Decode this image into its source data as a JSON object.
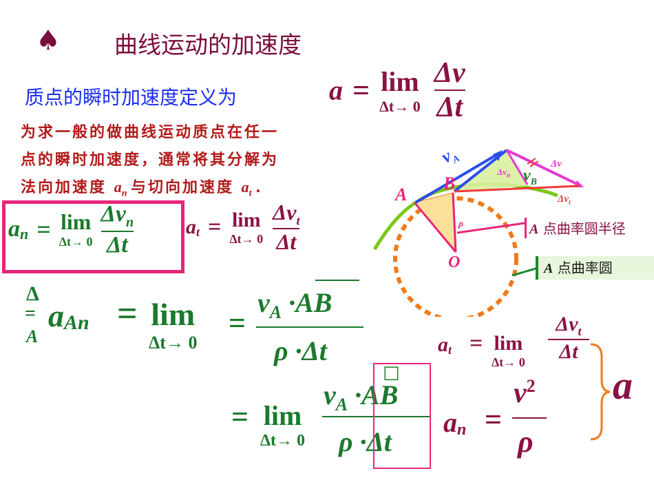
{
  "title": {
    "symbol": "♠",
    "text": "曲线运动的加速度"
  },
  "definition": "质点的瞬时加速度定义为",
  "paragraph": {
    "line1": "为求一般的做曲线运动质点在任一",
    "line2": "点的瞬时加速度，通常将其分解为",
    "line3a": "法向加速度",
    "line3b": "与切向加速度",
    "line3c": "."
  },
  "symbols": {
    "a": "a",
    "an": "a",
    "n": "n",
    "at": "a",
    "t": "t",
    "eq": "=",
    "lim": "lim",
    "dt0": "Δt→ 0",
    "dv": "Δv",
    "dt": "Δt",
    "dvn": "Δv",
    "dvt": "Δv",
    "aAn": "a",
    "An": "An",
    "vA": "v",
    "A": "A",
    "dotAB": "·AB",
    "rho": "ρ",
    "dotdt": "·Δt",
    "v2": "v",
    "sq": "2",
    "bigA": "a",
    "glitch1": "Δ",
    "glitch2": "=",
    "glitch3": "A",
    "tiny": "□"
  },
  "diagram": {
    "vA": "v",
    "vA_sub": "A",
    "vB": "v",
    "vB_sub": "B",
    "dvn": "Δv",
    "dvn_sub": "n",
    "dv": "Δv",
    "dvt": "Δv",
    "dvt_sub": "t",
    "pointA": "A",
    "pointB": "B",
    "pointO": "O",
    "rho": "ρ"
  },
  "labels": {
    "radius": {
      "A": "A",
      "text": "点曲率圆半径"
    },
    "circle": {
      "A": "A",
      "text": "点曲率圆"
    }
  },
  "colors": {
    "maroon": "#8a1244",
    "green": "#1b7a2c",
    "blue": "#1b2ef0",
    "magenta": "#e8257a",
    "orange": "#f07a1a"
  }
}
